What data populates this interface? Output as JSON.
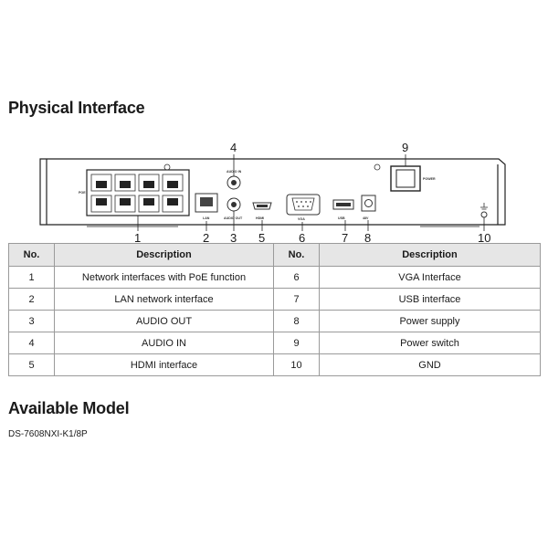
{
  "physical_title": "Physical Interface",
  "model_title": "Available Model",
  "model_name": "DS-7608NXI-K1/8P",
  "panel_labels": {
    "poe": "POE",
    "lan": "LAN",
    "audio_in": "AUDIO IN",
    "audio_out": "AUDIO OUT",
    "hdmi": "HDMI",
    "vga": "VGA",
    "usb": "USB",
    "power_dc": "48V",
    "power": "POWER"
  },
  "callouts": [
    "1",
    "2",
    "3",
    "4",
    "5",
    "6",
    "7",
    "8",
    "9",
    "10"
  ],
  "table": {
    "headers": [
      "No.",
      "Description",
      "No.",
      "Description"
    ],
    "rows": [
      {
        "n1": "1",
        "d1": "Network interfaces with PoE function",
        "n2": "6",
        "d2": "VGA Interface"
      },
      {
        "n1": "2",
        "d1": "LAN network interface",
        "n2": "7",
        "d2": "USB interface"
      },
      {
        "n1": "3",
        "d1": "AUDIO OUT",
        "n2": "8",
        "d2": "Power supply"
      },
      {
        "n1": "4",
        "d1": "AUDIO IN",
        "n2": "9",
        "d2": "Power switch"
      },
      {
        "n1": "5",
        "d1": "HDMI interface",
        "n2": "10",
        "d2": "GND"
      }
    ]
  }
}
